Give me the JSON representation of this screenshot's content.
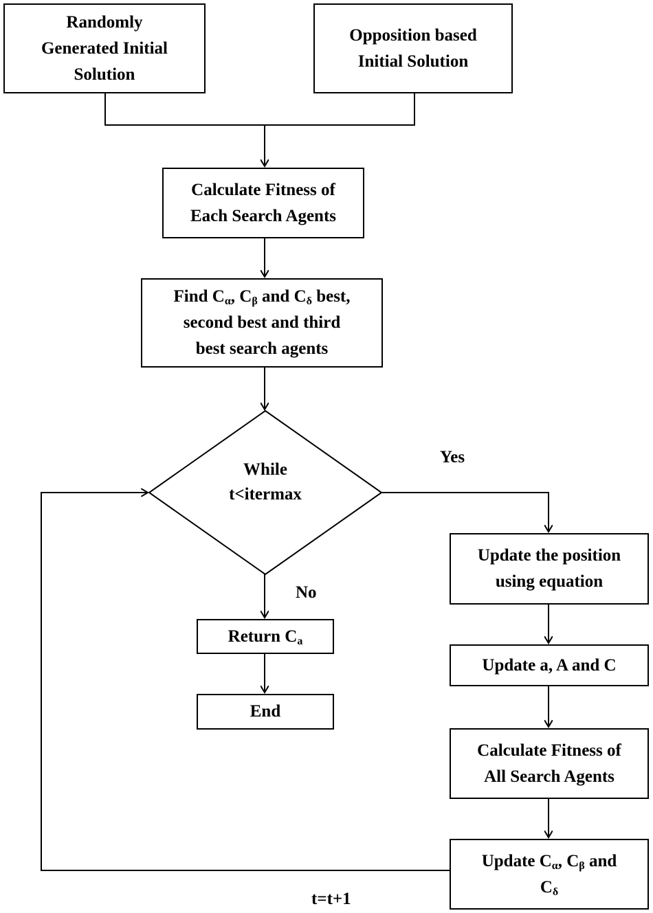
{
  "nodes": {
    "random_init": [
      "Randomly",
      "Generated Initial",
      "Solution"
    ],
    "opposition_init": [
      "Opposition based",
      "Initial Solution"
    ],
    "calc_fitness_each": [
      "Calculate Fitness of",
      "Each Search Agents"
    ],
    "find_best": {
      "line1_prefix": "Find C",
      "sub_alpha": "α",
      "sep1": ", C",
      "sub_beta": "β",
      "sep2": " and C",
      "sub_delta": "δ",
      "line1_suffix": " best,",
      "line2": "second best and third",
      "line3": "best search agents"
    },
    "while_cond": [
      "While",
      "t<itermax"
    ],
    "update_position": [
      "Update the position",
      "using equation"
    ],
    "update_aAC": "Update a, A and C",
    "calc_fitness_all": [
      "Calculate Fitness of",
      "All Search Agents"
    ],
    "update_c": {
      "prefix": "Update C",
      "sub_alpha": "α",
      "sep1": ", C",
      "sub_beta": "β",
      "suffix": " and",
      "line2_prefix": "C",
      "sub_delta": "δ"
    },
    "return_c": {
      "prefix": "Return C",
      "sub": "a"
    },
    "end": "End"
  },
  "edge_labels": {
    "yes": "Yes",
    "no": "No",
    "increment": "t=t+1"
  }
}
